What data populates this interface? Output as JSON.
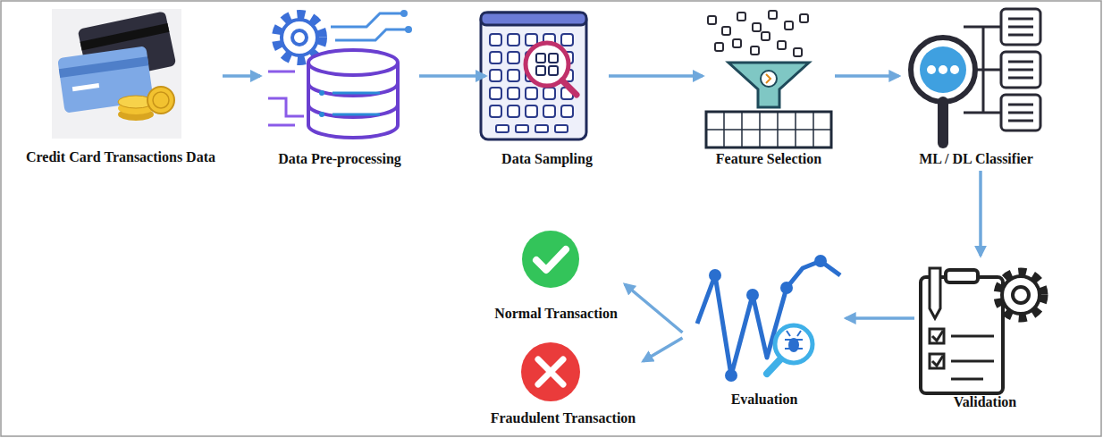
{
  "diagram": {
    "nodes": [
      {
        "text": [
          "Credit Card Transactions Data"
        ]
      },
      {
        "text": [
          "Data Pre-processing"
        ]
      },
      {
        "text": [
          "Data Sampling"
        ]
      },
      {
        "text": [
          "Feature Selection"
        ]
      },
      {
        "text": [
          "ML / DL Classifier"
        ]
      },
      {
        "text": [
          "Validation"
        ]
      },
      {
        "text": [
          "Evaluation"
        ]
      },
      {
        "text": [
          "Normal Transaction"
        ]
      },
      {
        "text": [
          "Fraudulent Transaction"
        ]
      }
    ],
    "edges": [
      {
        "from": 0,
        "to": 1,
        "arrow": "to"
      },
      {
        "from": 1,
        "to": 2,
        "arrow": "to"
      },
      {
        "from": 2,
        "to": 3,
        "arrow": "to"
      },
      {
        "from": 3,
        "to": 4,
        "arrow": "to"
      },
      {
        "from": 4,
        "to": 5,
        "arrow": "to"
      },
      {
        "from": 5,
        "to": 6,
        "arrow": "to"
      },
      {
        "from": 6,
        "to": 7,
        "arrow": "to"
      },
      {
        "from": 6,
        "to": 8,
        "arrow": "to"
      }
    ]
  }
}
